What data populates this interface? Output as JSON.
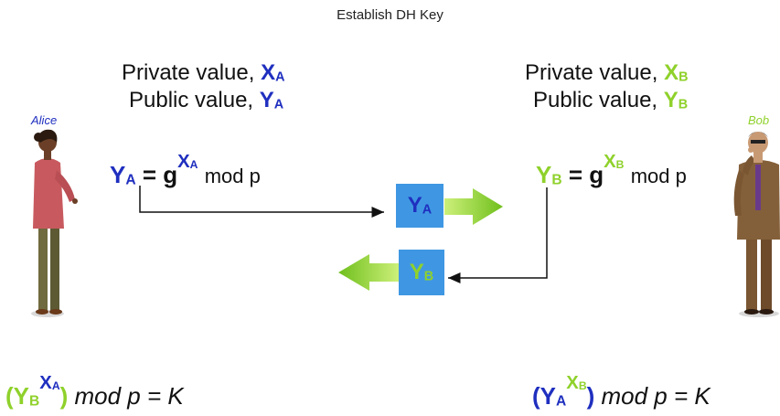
{
  "title": "Establish DH Key",
  "people": {
    "alice": {
      "name": "Alice",
      "private_label": "Private value, ",
      "private_var": "X",
      "private_sub": "A",
      "public_label": "Public value, ",
      "public_var": "Y",
      "public_sub": "A"
    },
    "bob": {
      "name": "Bob",
      "private_label": "Private value, ",
      "private_var": "X",
      "private_sub": "B",
      "public_label": "Public value, ",
      "public_var": "Y",
      "public_sub": "B"
    }
  },
  "equations": {
    "alice": {
      "lhs_var": "Y",
      "lhs_sub": "A",
      "equals": " = ",
      "base": "g",
      "exp_var": "X",
      "exp_sub": "A",
      "mod": "mod p"
    },
    "bob": {
      "lhs_var": "Y",
      "lhs_sub": "B",
      "equals": " = ",
      "base": "g",
      "exp_var": "X",
      "exp_sub": "B",
      "mod": "mod p"
    }
  },
  "exchange": {
    "to_bob": {
      "var": "Y",
      "sub": "A"
    },
    "to_alice": {
      "var": "Y",
      "sub": "B"
    }
  },
  "results": {
    "alice": {
      "open": "(",
      "base_var": "Y",
      "base_sub": "B",
      "exp_var": "X",
      "exp_sub": "A",
      "close": ")",
      "tail": "mod p = K"
    },
    "bob": {
      "open": "(",
      "base_var": "Y",
      "base_sub": "A",
      "exp_var": "X",
      "exp_sub": "B",
      "close": ")",
      "tail": "mod p = K"
    }
  },
  "colors": {
    "alice": "#1f2fbf",
    "bob": "#8fd12b",
    "box": "#3f97e3",
    "arrow": "#8fd12b"
  }
}
